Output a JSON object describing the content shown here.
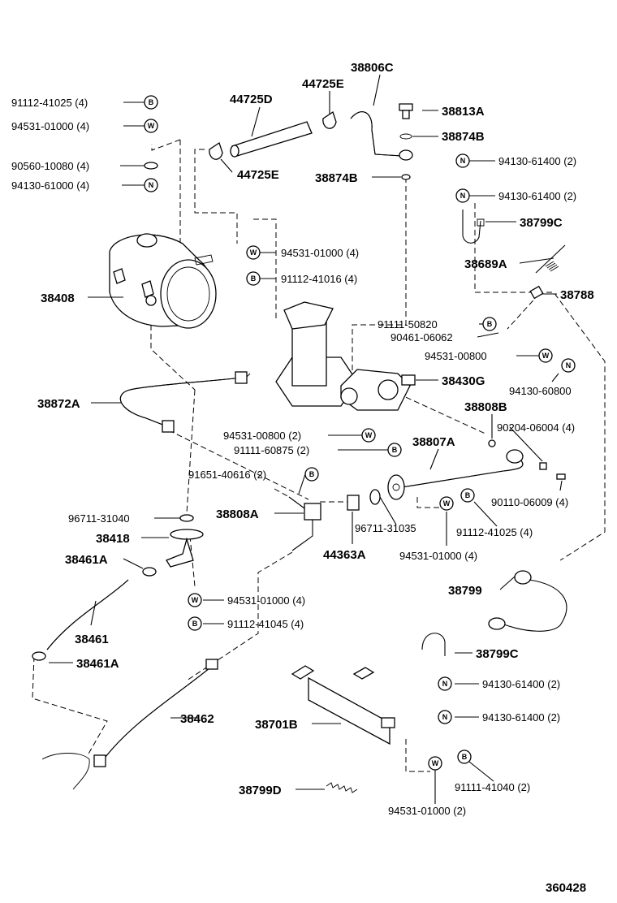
{
  "figure_code": "360428",
  "labels": [
    {
      "key": "l1",
      "text": "91112-41025 (4)",
      "badge": "B"
    },
    {
      "key": "l2",
      "text": "94531-01000 (4)",
      "badge": "W"
    },
    {
      "key": "l3",
      "text": "90560-10080 (4)",
      "badge": ""
    },
    {
      "key": "l4",
      "text": "94130-61000 (4)",
      "badge": "N"
    },
    {
      "key": "l5",
      "text": "44725D",
      "badge": ""
    },
    {
      "key": "l6",
      "text": "44725E",
      "badge": ""
    },
    {
      "key": "l7",
      "text": "44725E",
      "badge": ""
    },
    {
      "key": "l8",
      "text": "38806C",
      "badge": ""
    },
    {
      "key": "l9",
      "text": "38813A",
      "badge": ""
    },
    {
      "key": "l10",
      "text": "38874B",
      "badge": ""
    },
    {
      "key": "l11",
      "text": "38874B",
      "badge": ""
    },
    {
      "key": "l12",
      "text": "94130-61400 (2)",
      "badge": "N"
    },
    {
      "key": "l13",
      "text": "94130-61400 (2)",
      "badge": "N"
    },
    {
      "key": "l14",
      "text": "38799C",
      "badge": ""
    },
    {
      "key": "l15",
      "text": "38689A",
      "badge": ""
    },
    {
      "key": "l16",
      "text": "38788",
      "badge": ""
    },
    {
      "key": "l17",
      "text": "38408",
      "badge": ""
    },
    {
      "key": "l18",
      "text": "94531-01000 (4)",
      "badge": "W"
    },
    {
      "key": "l19",
      "text": "91112-41016 (4)",
      "badge": "B"
    },
    {
      "key": "l20",
      "text": "91111-50820",
      "badge": "B"
    },
    {
      "key": "l21",
      "text": "90461-06062",
      "badge": ""
    },
    {
      "key": "l22",
      "text": "94531-00800",
      "badge": "W"
    },
    {
      "key": "l23",
      "text": "94130-60800",
      "badge": "N"
    },
    {
      "key": "l24",
      "text": "38430G",
      "badge": ""
    },
    {
      "key": "l25",
      "text": "38872A",
      "badge": ""
    },
    {
      "key": "l26",
      "text": "38808B",
      "badge": ""
    },
    {
      "key": "l27",
      "text": "90204-06004 (4)",
      "badge": ""
    },
    {
      "key": "l28",
      "text": "94531-00800 (2)",
      "badge": "W"
    },
    {
      "key": "l29",
      "text": "91111-60875 (2)",
      "badge": "B"
    },
    {
      "key": "l30",
      "text": "38807A",
      "badge": ""
    },
    {
      "key": "l31",
      "text": "91651-40616 (2)",
      "badge": "B"
    },
    {
      "key": "l32",
      "text": "90110-06009 (4)",
      "badge": ""
    },
    {
      "key": "l33",
      "text": "96711-31040",
      "badge": ""
    },
    {
      "key": "l34",
      "text": "38808A",
      "badge": ""
    },
    {
      "key": "l35",
      "text": "96711-31035",
      "badge": ""
    },
    {
      "key": "l36",
      "text": "91112-41025 (4)",
      "badge": "B"
    },
    {
      "key": "l37",
      "text": "94531-01000 (4)",
      "badge": "W"
    },
    {
      "key": "l38",
      "text": "38418",
      "badge": ""
    },
    {
      "key": "l39",
      "text": "44363A",
      "badge": ""
    },
    {
      "key": "l40",
      "text": "38461A",
      "badge": ""
    },
    {
      "key": "l41",
      "text": "38799",
      "badge": ""
    },
    {
      "key": "l42",
      "text": "94531-01000 (4)",
      "badge": "W"
    },
    {
      "key": "l43",
      "text": "91112-41045 (4)",
      "badge": "B"
    },
    {
      "key": "l44",
      "text": "38461",
      "badge": ""
    },
    {
      "key": "l45",
      "text": "38799C",
      "badge": ""
    },
    {
      "key": "l46",
      "text": "38461A",
      "badge": ""
    },
    {
      "key": "l47",
      "text": "94130-61400 (2)",
      "badge": "N"
    },
    {
      "key": "l48",
      "text": "38462",
      "badge": ""
    },
    {
      "key": "l49",
      "text": "38701B",
      "badge": ""
    },
    {
      "key": "l50",
      "text": "94130-61400 (2)",
      "badge": "N"
    },
    {
      "key": "l51",
      "text": "91111-41040 (2)",
      "badge": "B"
    },
    {
      "key": "l52",
      "text": "38799D",
      "badge": ""
    },
    {
      "key": "l53",
      "text": "94531-01000 (2)",
      "badge": "W"
    }
  ]
}
